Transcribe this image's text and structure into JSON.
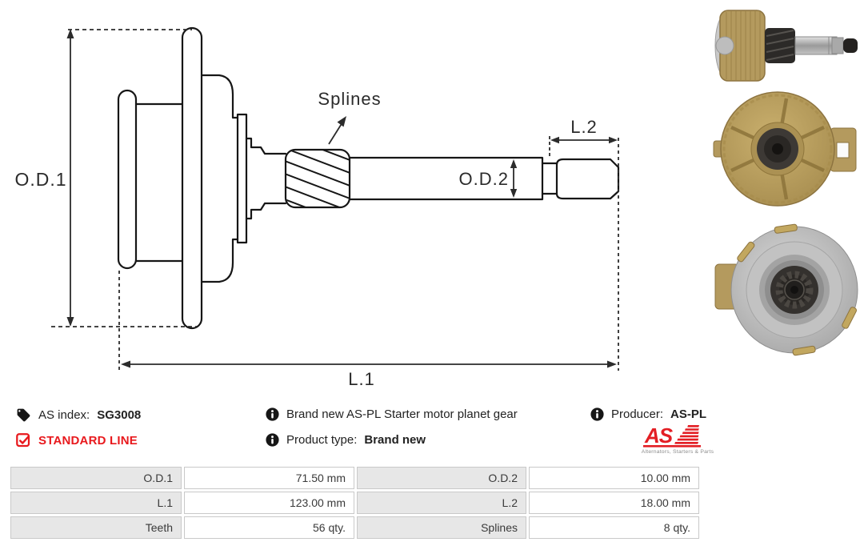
{
  "diagram": {
    "labels": {
      "od1": "O.D.1",
      "od2": "O.D.2",
      "l1": "L.1",
      "l2": "L.2",
      "splines": "Splines"
    }
  },
  "info": {
    "as_index": {
      "label": "AS index:",
      "value": "SG3008"
    },
    "standard_line": "STANDARD LINE",
    "description": "Brand new AS-PL Starter motor planet gear",
    "product_type": {
      "label": "Product type:",
      "value": "Brand new"
    },
    "producer": {
      "label": "Producer:",
      "value": "AS-PL"
    },
    "logo": {
      "text": "AS",
      "tagline": "Alternators, Starters & Parts"
    }
  },
  "specs": {
    "rows": [
      {
        "label_left": "O.D.1",
        "value_left": "71.50 mm",
        "label_right": "O.D.2",
        "value_right": "10.00 mm"
      },
      {
        "label_left": "L.1",
        "value_left": "123.00 mm",
        "label_right": "L.2",
        "value_right": "18.00 mm"
      },
      {
        "label_left": "Teeth",
        "value_left": "56 qty.",
        "label_right": "Splines",
        "value_right": "8 qty."
      }
    ]
  },
  "colors": {
    "accent_red": "#e8191d",
    "logo_red": "#e31e24",
    "table_label_bg": "#e7e7e7",
    "drawing_line": "#161616"
  }
}
